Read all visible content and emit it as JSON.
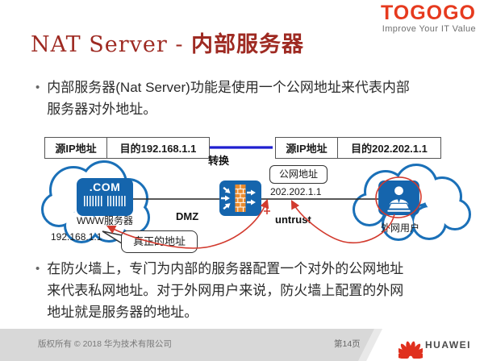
{
  "logo": {
    "brand": "TOGOGO",
    "tagline": "Improve Your IT Value",
    "brand_color": "#e63a1e"
  },
  "title": {
    "prefix": "NAT Server - ",
    "zh": "内部服务器",
    "color": "#9e2a22"
  },
  "bullets": [
    "内部服务器(Nat Server)功能是使用一个公网地址来代表内部\n服务器对外地址。",
    "在防火墙上，专门为内部的服务器配置一个对外的公网地址\n来代表私网地址。对于外网用户来说，防火墙上配置的外网\n地址就是服务器的地址。"
  ],
  "diagram": {
    "packet_before": {
      "src": "源IP地址",
      "dst": "目的192.168.1.1"
    },
    "packet_after": {
      "src": "源IP地址",
      "dst": "目的202.202.1.1"
    },
    "translate_label": "转换",
    "public_ip_label": "公网地址",
    "public_ip": "202.202.1.1",
    "server_icon_label": ".COM",
    "server_label": "WWW服务器",
    "server_ip": "192.168.1.1",
    "real_addr_callout": "真正的地址",
    "dmz_label": "DMZ",
    "untrust_label": "untrust",
    "external_user_label": "外网用户",
    "annotation_plus": "+",
    "colors": {
      "cloud_blue": "#1a70b8",
      "icon_blue": "#1565ad",
      "brick_orange": "#ea8c2f",
      "annotation_red": "#d23a2e",
      "arrow_blue": "#1f1fd0"
    }
  },
  "footer": {
    "copyright": "版权所有 © 2018 华为技术有限公司",
    "page": "第14页",
    "brand": "HUAWEI"
  }
}
